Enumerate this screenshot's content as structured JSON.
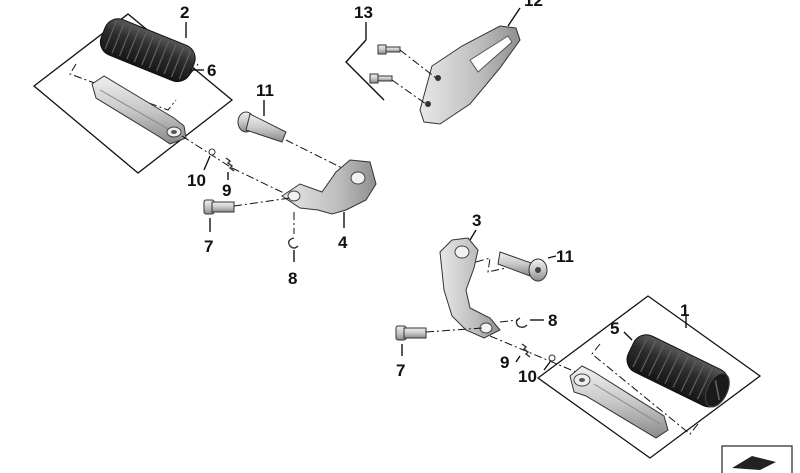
{
  "callouts": {
    "c1": "1",
    "c2": "2",
    "c3": "3",
    "c4": "4",
    "c5": "5",
    "c6": "6",
    "c7a": "7",
    "c7b": "7",
    "c8a": "8",
    "c8b": "8",
    "c9a": "9",
    "c9b": "9",
    "c10a": "10",
    "c10b": "10",
    "c11a": "11",
    "c11b": "11",
    "c12": "12",
    "c13": "13"
  },
  "colors": {
    "metal_light": "#e2e2e2",
    "metal_mid": "#b8b8b8",
    "metal_dark": "#7a7a7a",
    "rubber": "#2b2b2b",
    "rubber_light": "#555555",
    "line": "#111111"
  },
  "icons": {
    "corner": "orientation-arrow-icon"
  }
}
